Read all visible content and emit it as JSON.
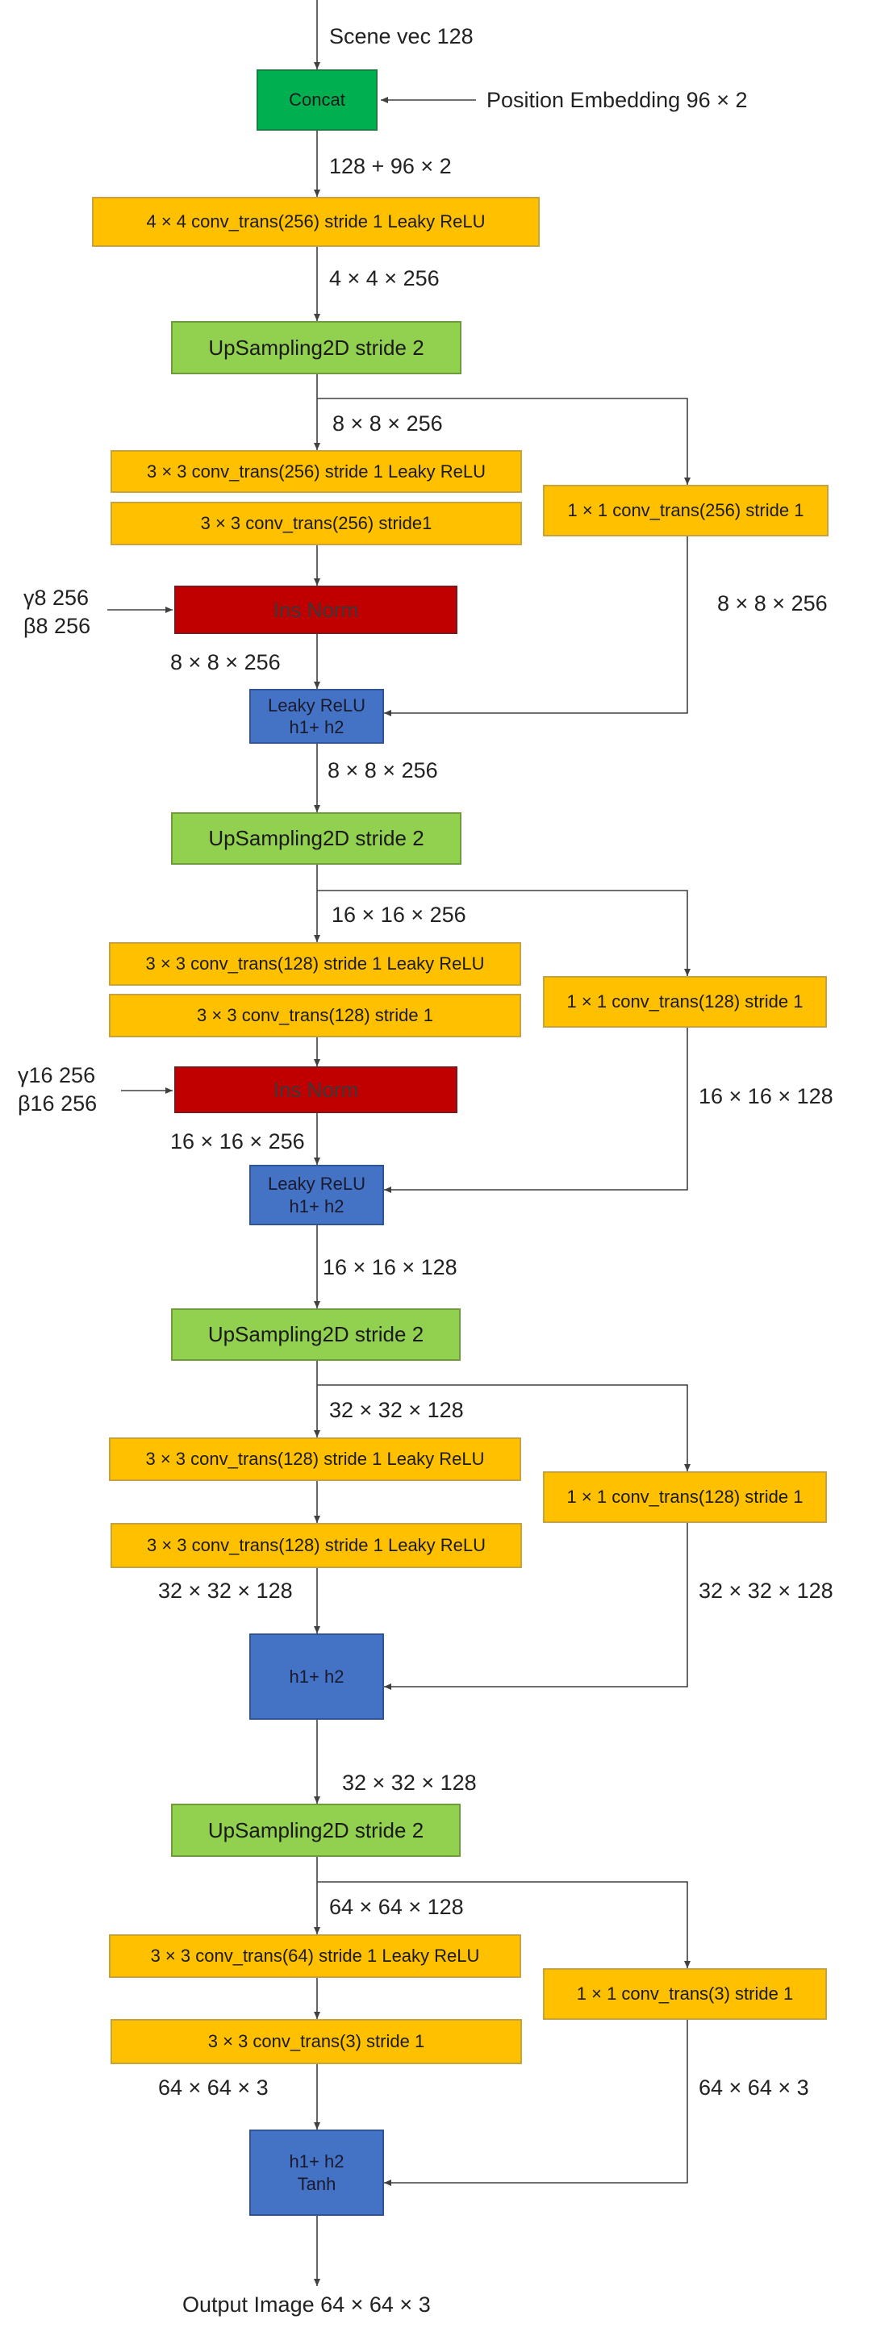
{
  "diagram": {
    "input_label": "Scene vec 128",
    "concat_label": "Concat",
    "position_embedding_label": "Position Embedding 96 × 2",
    "concat_output_label": "128 + 96 × 2",
    "first_conv_label": "4 × 4 conv_trans(256) stride 1     Leaky ReLU",
    "first_conv_output_label": "4 × 4 × 256",
    "output_label": "Output Image 64 × 64 × 3",
    "stages": [
      {
        "upsample_label": "UpSampling2D stride 2",
        "main_dim_label": "8 × 8 × 256",
        "conv1_label": "3 × 3 conv_trans(256) stride 1 Leaky ReLU",
        "conv2_label": "3 × 3 conv_trans(256) stride1",
        "side_conv_label": "1 × 1 conv_trans(256) stride 1",
        "side_dim_label": "8 × 8 × 256",
        "norm_label": "Ins Norm",
        "norm_params_label": "γ8   256\nβ8   256",
        "after_norm_label": "8 × 8 × 256",
        "merge_label": "Leaky ReLU\nh1+ h2",
        "merge_output_label": "8 × 8 × 256"
      },
      {
        "upsample_label": "UpSampling2D stride 2",
        "main_dim_label": "16 × 16 × 256",
        "conv1_label": "3 × 3 conv_trans(128) stride 1 Leaky ReLU",
        "conv2_label": "3 × 3 conv_trans(128) stride 1",
        "side_conv_label": "1 × 1 conv_trans(128) stride 1",
        "side_dim_label": "16 × 16 × 128",
        "norm_label": "Ins Norm",
        "norm_params_label": "γ16   256\nβ16   256",
        "after_norm_label": "16 × 16 × 256",
        "merge_label": "Leaky ReLU\nh1+ h2",
        "merge_output_label": "16 × 16 × 128"
      },
      {
        "upsample_label": "UpSampling2D stride 2",
        "main_dim_label": "32 × 32 × 128",
        "conv1_label": "3 × 3 conv_trans(128) stride 1 Leaky ReLU",
        "conv2_label": "3 × 3 conv_trans(128) stride 1 Leaky ReLU",
        "side_conv_label": "1 × 1 conv_trans(128) stride 1",
        "side_dim_label": "32 × 32 × 128",
        "after_conv_label": "32 × 32 × 128",
        "merge_label": "h1+ h2",
        "merge_output_label": "32 × 32 × 128"
      },
      {
        "upsample_label": "UpSampling2D stride 2",
        "main_dim_label": "64 × 64 × 128",
        "conv1_label": "3 × 3 conv_trans(64) stride 1 Leaky ReLU",
        "conv2_label": "3 × 3 conv_trans(3) stride 1",
        "side_conv_label": "1 × 1 conv_trans(3) stride 1",
        "side_dim_label": "64 × 64 × 3",
        "after_conv_label": "64 × 64 × 3",
        "merge_label": "h1+ h2\nTanh"
      }
    ],
    "colors": {
      "conv": "#ffc000",
      "upsample": "#92d050",
      "concat": "#00b050",
      "norm": "#c00000",
      "merge": "#4472c4",
      "arrow": "#404040"
    }
  }
}
